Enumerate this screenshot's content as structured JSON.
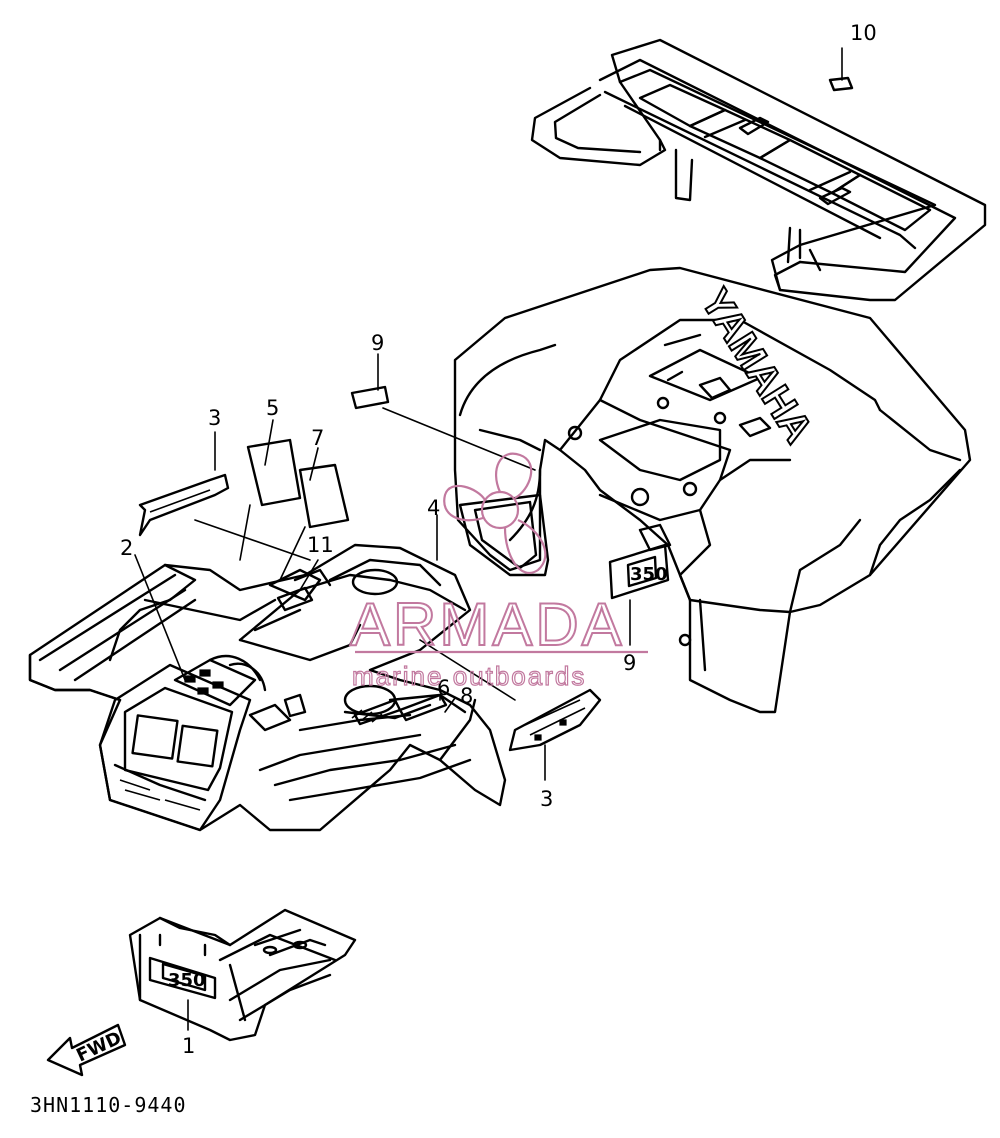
{
  "figure": {
    "drawing_code": "3HN1110-9440",
    "brand_on_fender": "YAMAHA",
    "direction_arrow": "FWD",
    "emblem_text": "350"
  },
  "callouts": [
    "1",
    "2",
    "3",
    "3",
    "4",
    "5",
    "6",
    "7",
    "8",
    "9",
    "9",
    "10",
    "11"
  ],
  "watermark": {
    "title": "ARMADA",
    "subtitle": "marine outboards",
    "color": "#c2799f"
  }
}
